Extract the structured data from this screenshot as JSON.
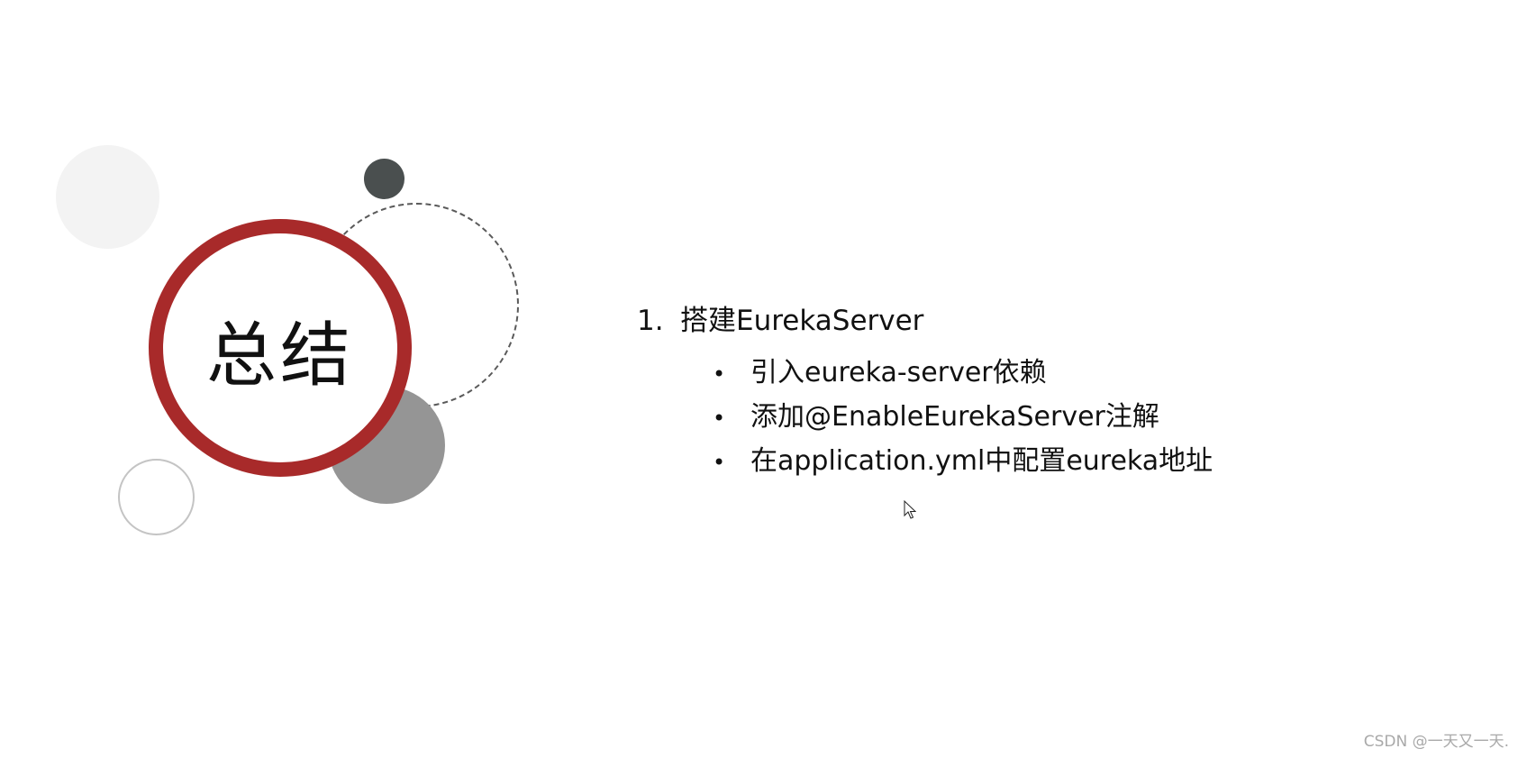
{
  "slide": {
    "title": "总结",
    "section": {
      "number": "1.",
      "heading": "搭建EurekaServer",
      "bullets": [
        "引入eureka-server依赖",
        "添加@EnableEurekaServer注解",
        "在application.yml中配置eureka地址"
      ],
      "bullet_symbol": "•"
    }
  },
  "watermark": "CSDN @一天又一天.",
  "colors": {
    "accent_red": "#a82a2a",
    "dark_dot": "#4a4f4f",
    "mid_gray": "#959595",
    "light_gray": "#f3f3f3"
  }
}
